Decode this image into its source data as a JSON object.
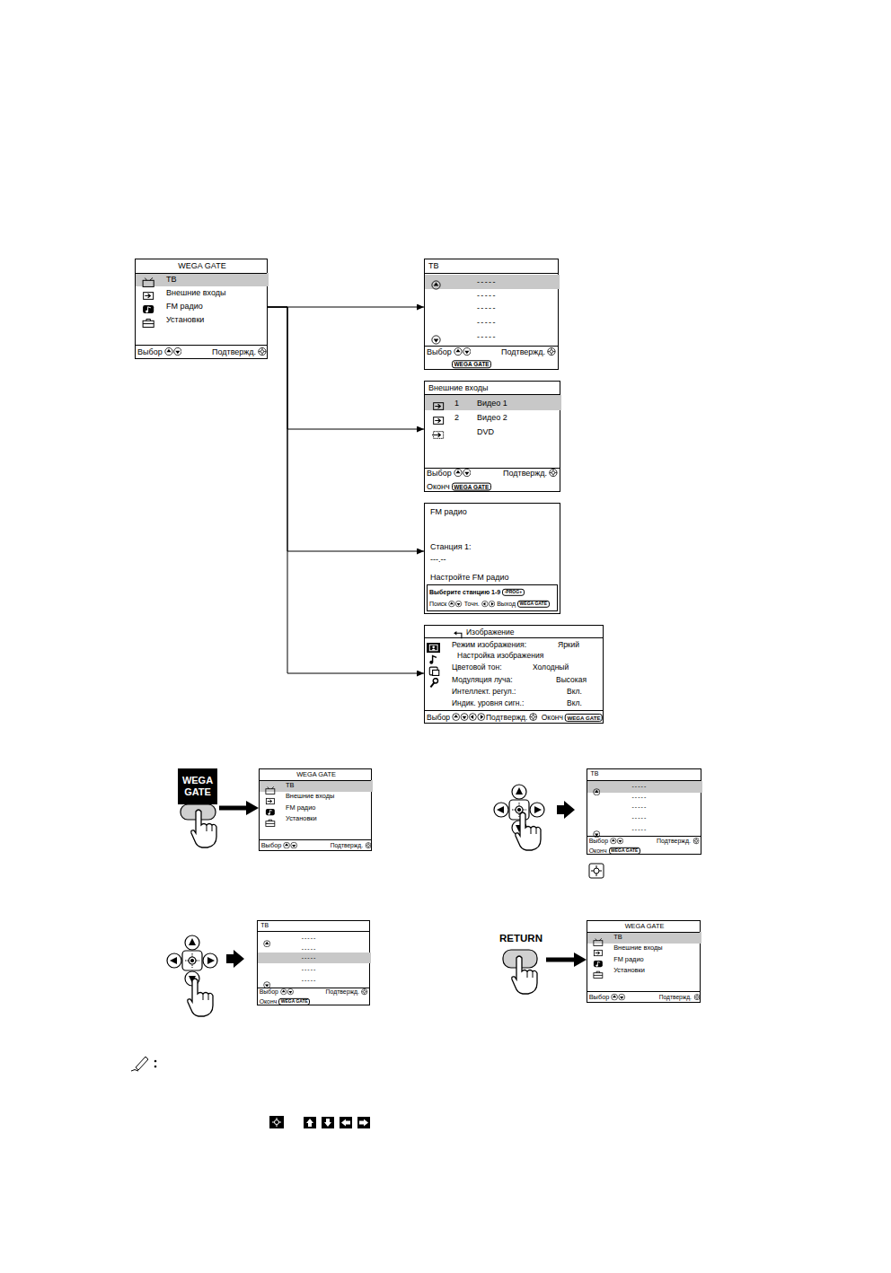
{
  "diagram": {
    "nodes": [
      {
        "text": [
          "WEGA GATE",
          "ТВ",
          "Внешние входы",
          "FM радио",
          "Установки",
          "Выбор",
          "Подтвержд."
        ]
      },
      {
        "text": [
          "ТВ",
          "-----",
          "-----",
          "-----",
          "-----",
          "-----",
          "Выбор",
          "Подтвержд.",
          "WEGA GATE"
        ]
      },
      {
        "text": [
          "Внешние входы",
          "1",
          "Видео 1",
          "2",
          "Видео 2",
          "DVD",
          "Выбор",
          "Подтвержд.",
          "Оконч",
          "WEGA GATE"
        ]
      },
      {
        "text": [
          "FM радио",
          "Станция 1:",
          "---.--",
          "Настройте FM радио"
        ]
      },
      {
        "text": [
          "Выберите станцию 1-9",
          "-PROG+",
          "Поиск",
          "Точн.",
          "Выход",
          "WEGA GATE"
        ],
        "in": 3
      },
      {
        "text": [
          "Изображение",
          "Режим изображения:",
          "Яркий",
          "Настройка изображения",
          "Цветовой тон:",
          "Холодный",
          "Модуляция луча:",
          "Высокая",
          "Интеллект. регул.:",
          "Вкл.",
          "Индик. уровня сигн.:",
          "Вкл.",
          "Выбор",
          "Подтвержд.",
          "Оконч",
          "WEGA GATE"
        ]
      },
      {
        "text": [
          "WEGA GATE"
        ]
      },
      {
        "text": [
          "WEGA GATE",
          "ТВ",
          "Внешние входы",
          "FM радио",
          "Установки",
          "Выбор",
          "Подтвержд."
        ]
      },
      {
        "text": [
          "ТВ",
          "-----",
          "-----",
          "-----",
          "-----",
          "-----",
          "Выбор",
          "Подтвержд.",
          "Оконч",
          "WEGA GATE"
        ]
      },
      {
        "text": [
          "ТВ",
          "-----",
          "-----",
          "-----",
          "-----",
          "-----",
          "Выбор",
          "Подтвержд.",
          "Оконч",
          "WEGA GATE"
        ]
      },
      {
        "text": [
          "RETURN"
        ]
      },
      {
        "text": [
          "WEGA GATE",
          "ТВ",
          "Внешние входы",
          "FM радио",
          "Установки",
          "Выбор",
          "Подтвержд."
        ]
      }
    ],
    "edges": [
      {
        "from": 0,
        "to": 1,
        "arrow": "to"
      },
      {
        "from": 0,
        "to": 2,
        "arrow": "to"
      },
      {
        "from": 0,
        "to": 3,
        "arrow": "to"
      },
      {
        "from": 0,
        "to": 5,
        "arrow": "to"
      },
      {
        "from": 6,
        "to": 7,
        "arrow": "to"
      },
      {
        "from": 10,
        "to": 11,
        "arrow": "to"
      }
    ]
  }
}
